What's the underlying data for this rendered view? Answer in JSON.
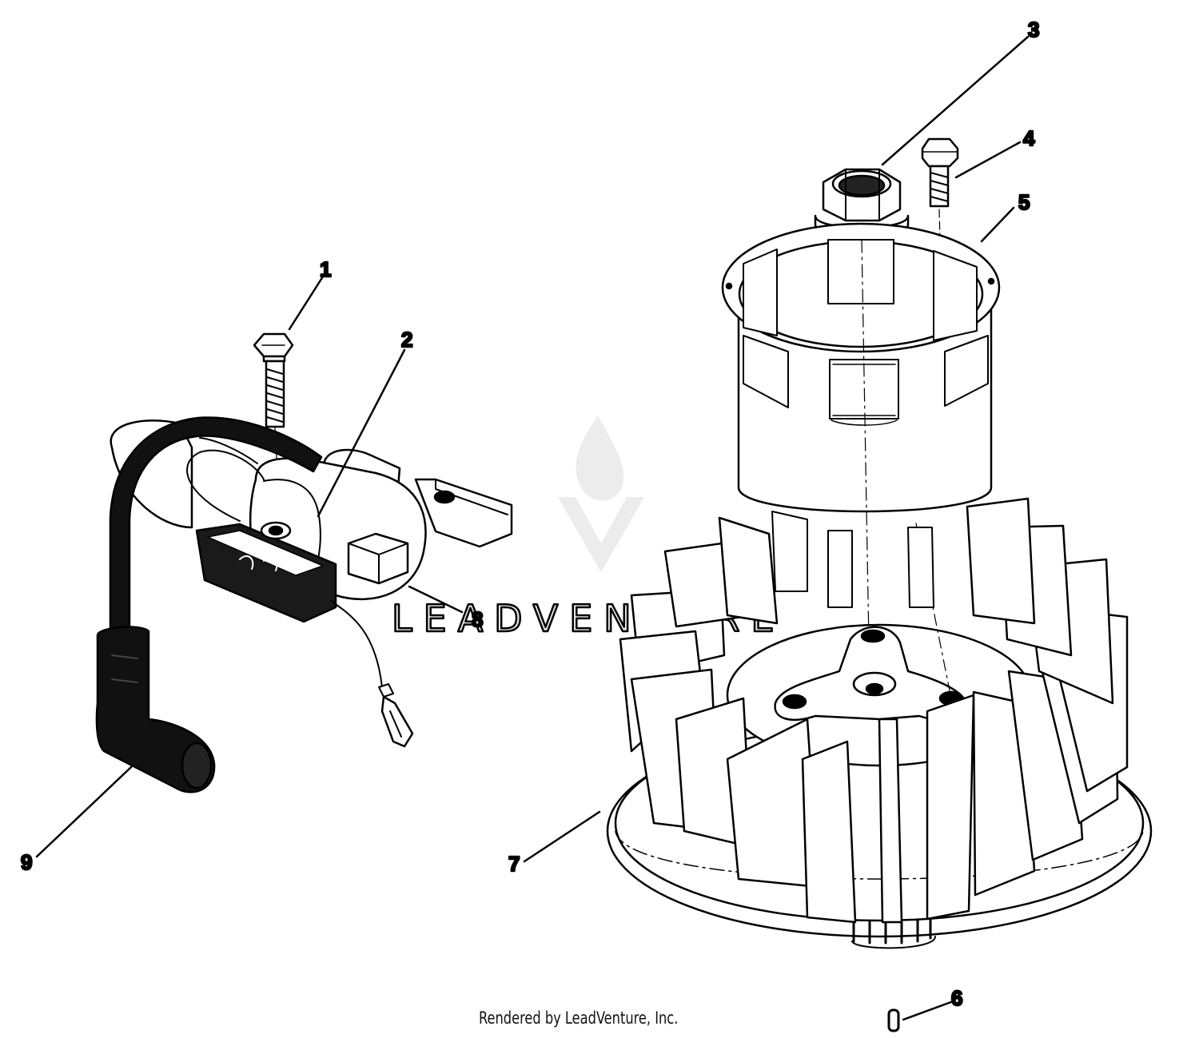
{
  "callouts": [
    {
      "id": "1",
      "label": "1"
    },
    {
      "id": "2",
      "label": "2"
    },
    {
      "id": "3",
      "label": "3"
    },
    {
      "id": "4",
      "label": "4"
    },
    {
      "id": "5",
      "label": "5"
    },
    {
      "id": "6",
      "label": "6"
    },
    {
      "id": "7",
      "label": "7"
    },
    {
      "id": "8",
      "label": "8"
    },
    {
      "id": "9",
      "label": "9"
    }
  ],
  "watermark": {
    "brand": "LEADVENTURE"
  },
  "credit": "Rendered by LeadVenture, Inc.",
  "colors": {
    "ink": "#000000",
    "watermark": "#e6e6e6",
    "background": "#ffffff"
  }
}
